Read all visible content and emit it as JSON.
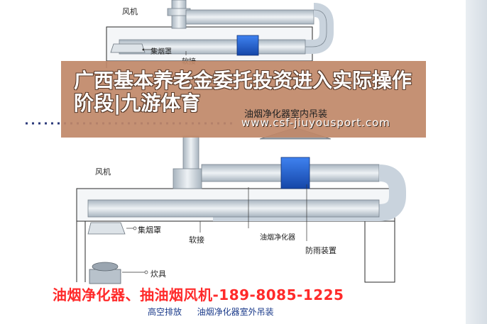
{
  "banner": {
    "title": "广西基本养老金委托投资进入实际操作阶段|九游体育",
    "url": "www.csf-jiuyousport.com"
  },
  "diagram_top": {
    "fan": "风机",
    "hood": "集烟罩",
    "soft": "软接",
    "install": "油烟净化器室内吊装"
  },
  "diagram_bottom": {
    "fan": "风机",
    "hood": "集烟罩",
    "soft": "软接",
    "purifier": "油烟净化器",
    "rain": "防雨装置",
    "stove": "炊具",
    "caption_a": "高空排放",
    "caption_b": "油烟净化器室外吊装"
  },
  "contact": {
    "text": "油烟净化器、抽油烟风机-189-8085-1225"
  },
  "colors": {
    "banner": "#c08868",
    "duct": "#c9d3dd",
    "purifier": "#1f5fd6",
    "phone": "#ff2a2a",
    "caption": "#1a3a8a"
  }
}
